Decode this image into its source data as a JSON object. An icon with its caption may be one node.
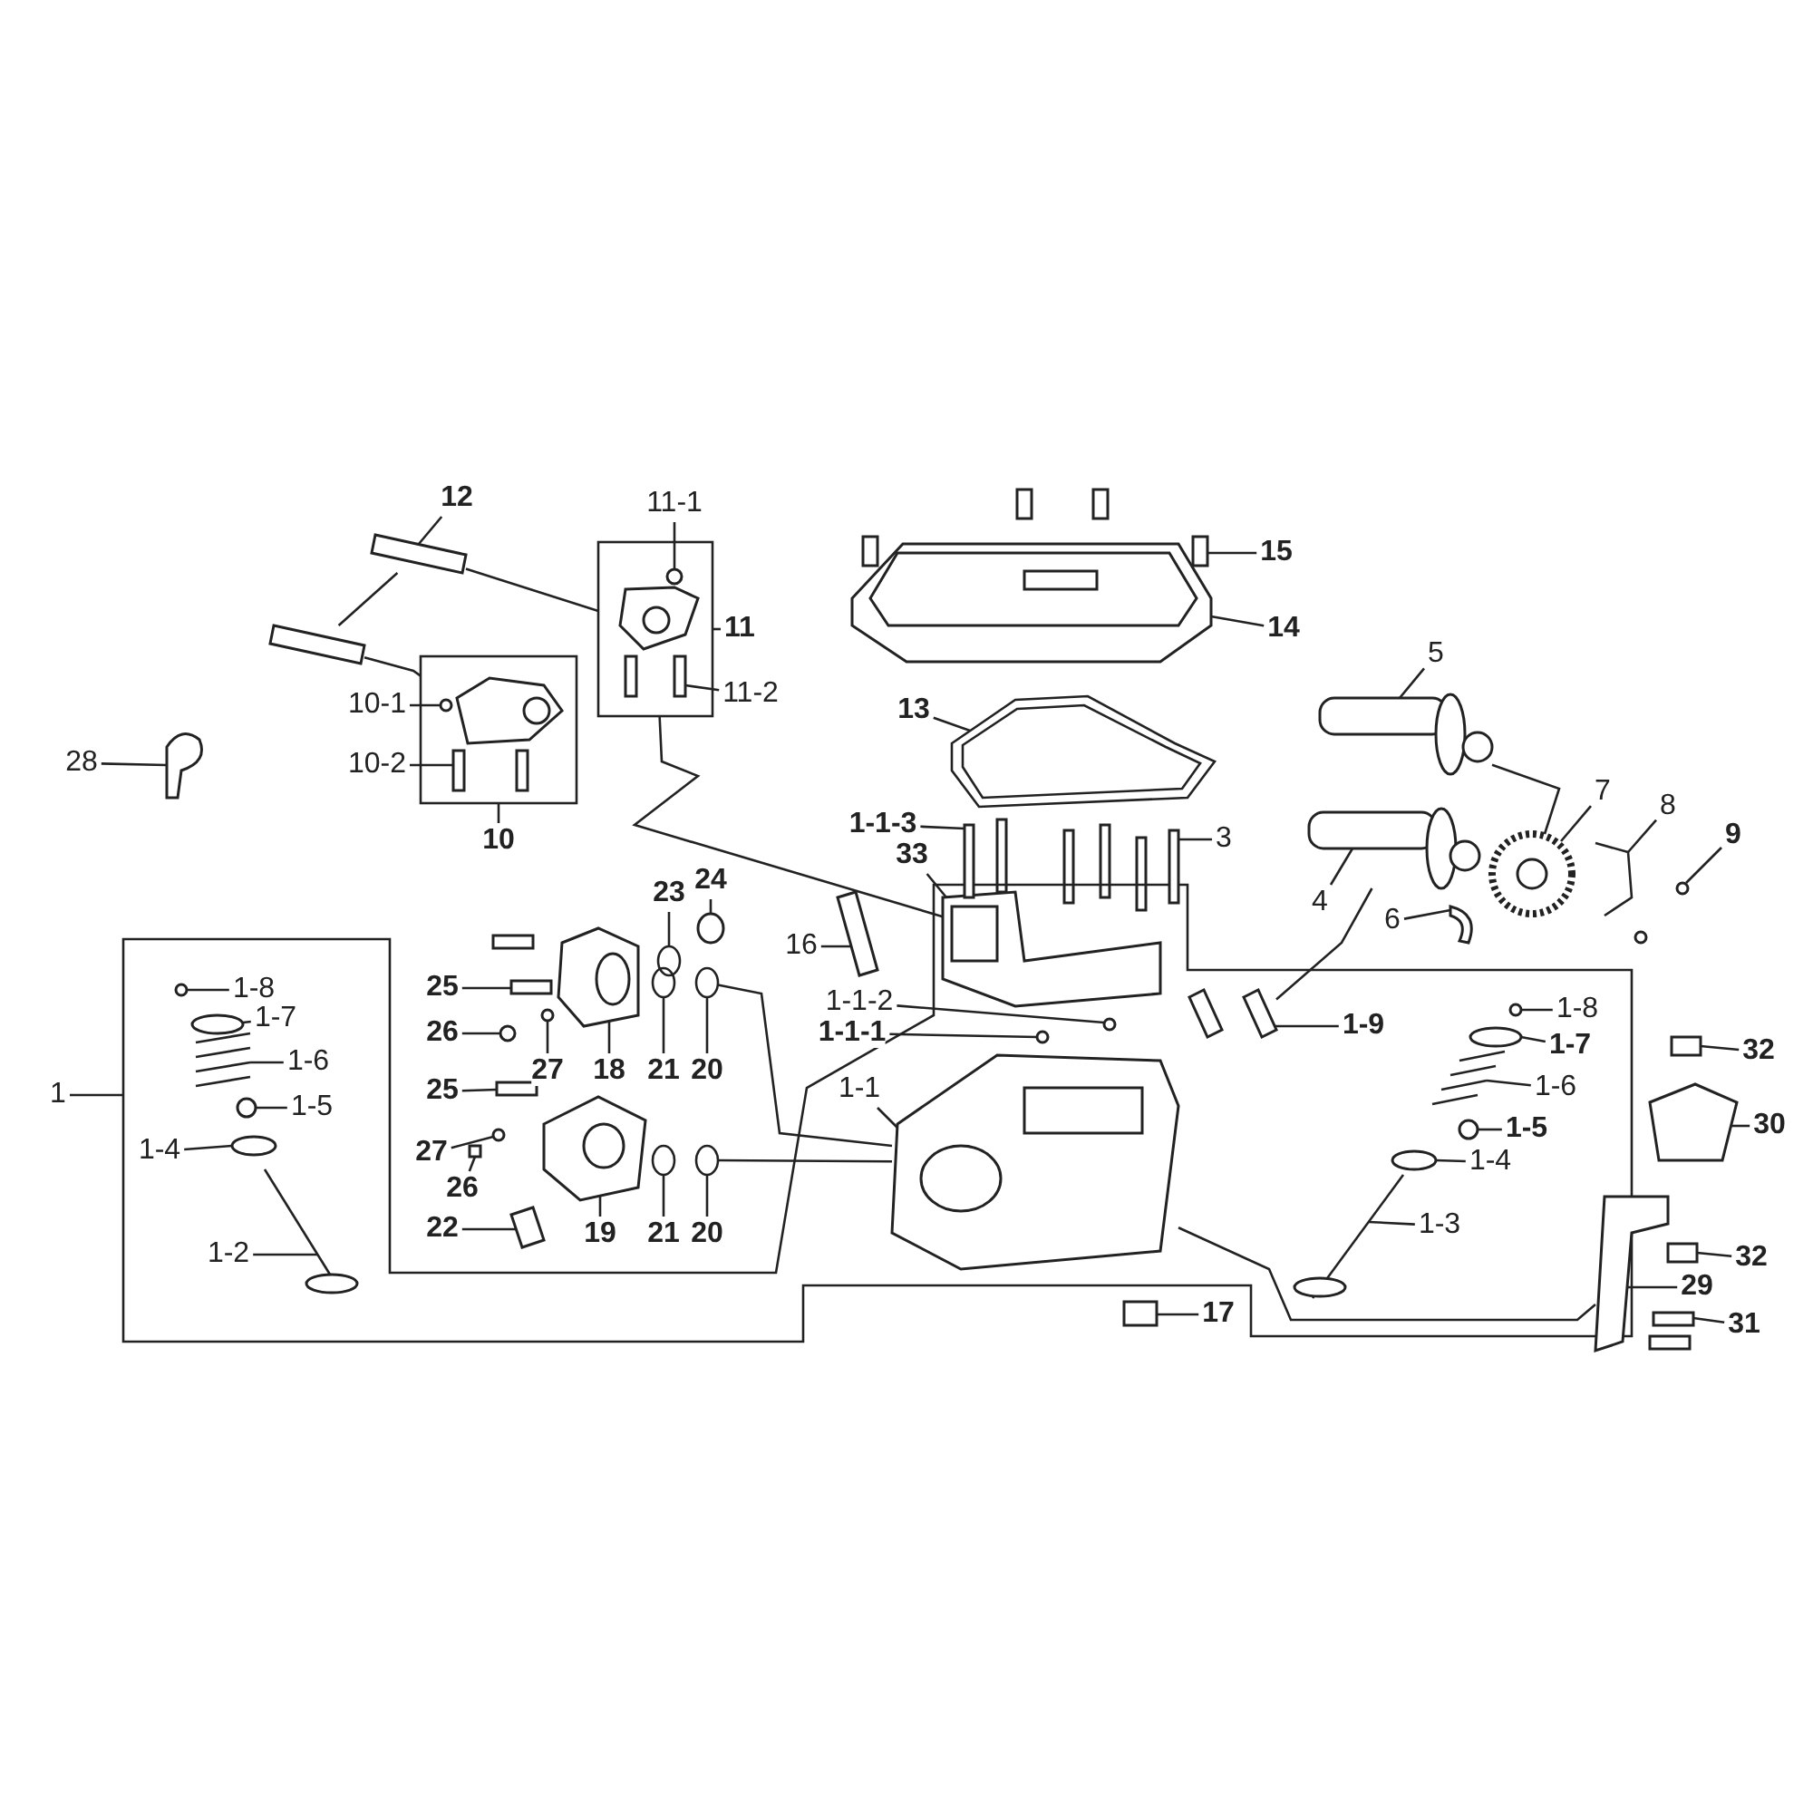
{
  "diagram": {
    "nodes": [
      {
        "text": [
          "12"
        ]
      },
      {
        "text": [
          "11-1"
        ]
      },
      {
        "text": [
          "15"
        ]
      },
      {
        "text": [
          "11"
        ]
      },
      {
        "text": [
          "14"
        ]
      },
      {
        "text": [
          "5"
        ]
      },
      {
        "text": [
          "11-2"
        ]
      },
      {
        "text": [
          "13"
        ]
      },
      {
        "text": [
          "28"
        ]
      },
      {
        "text": [
          "10-1"
        ]
      },
      {
        "text": [
          "10-2"
        ]
      },
      {
        "text": [
          "7"
        ]
      },
      {
        "text": [
          "8"
        ]
      },
      {
        "text": [
          "9"
        ]
      },
      {
        "text": [
          "1-1-3"
        ]
      },
      {
        "text": [
          "3"
        ]
      },
      {
        "text": [
          "10"
        ]
      },
      {
        "text": [
          "33"
        ]
      },
      {
        "text": [
          "23"
        ]
      },
      {
        "text": [
          "24"
        ]
      },
      {
        "text": [
          "4"
        ]
      },
      {
        "text": [
          "6"
        ]
      },
      {
        "text": [
          "16"
        ]
      },
      {
        "text": [
          "25"
        ]
      },
      {
        "text": [
          "1-8"
        ],
        "in": 61
      },
      {
        "text": [
          "1-1-2"
        ]
      },
      {
        "text": [
          "1-8"
        ],
        "in": 61
      },
      {
        "text": [
          "1-7"
        ],
        "in": 61
      },
      {
        "text": [
          "26"
        ]
      },
      {
        "text": [
          "1-1-1"
        ]
      },
      {
        "text": [
          "1-9"
        ],
        "in": 61
      },
      {
        "text": [
          "1-7"
        ],
        "in": 61
      },
      {
        "text": [
          "32"
        ]
      },
      {
        "text": [
          "27"
        ]
      },
      {
        "text": [
          "18"
        ]
      },
      {
        "text": [
          "21"
        ]
      },
      {
        "text": [
          "20"
        ]
      },
      {
        "text": [
          "1-6"
        ],
        "in": 61
      },
      {
        "text": [
          "1-6"
        ],
        "in": 61
      },
      {
        "text": [
          "25"
        ]
      },
      {
        "text": [
          "1"
        ]
      },
      {
        "text": [
          "1-1"
        ],
        "in": 61
      },
      {
        "text": [
          "1-5"
        ],
        "in": 61
      },
      {
        "text": [
          "30"
        ]
      },
      {
        "text": [
          "1-5"
        ],
        "in": 61
      },
      {
        "text": [
          "1-4"
        ],
        "in": 61
      },
      {
        "text": [
          "27"
        ]
      },
      {
        "text": [
          "1-4"
        ],
        "in": 61
      },
      {
        "text": [
          "26"
        ]
      },
      {
        "text": [
          "1-3"
        ],
        "in": 61
      },
      {
        "text": [
          "22"
        ]
      },
      {
        "text": [
          "19"
        ]
      },
      {
        "text": [
          "21"
        ]
      },
      {
        "text": [
          "20"
        ]
      },
      {
        "text": [
          "1-2"
        ],
        "in": 61
      },
      {
        "text": [
          "32"
        ]
      },
      {
        "text": [
          "29"
        ]
      },
      {
        "text": [
          "17"
        ]
      },
      {
        "text": [
          "31"
        ]
      },
      {
        "text": [],
        "shape": "box"
      },
      {
        "text": [],
        "shape": "box"
      },
      {
        "text": [],
        "shape": "box"
      },
      {
        "text": [],
        "shape": "box"
      },
      {
        "text": [],
        "shape": "circle",
        "in": 59
      },
      {
        "text": [],
        "shape": "box"
      },
      {
        "text": [],
        "shape": "picture"
      },
      {
        "text": [],
        "shape": "picture"
      },
      {
        "text": [],
        "shape": "picture",
        "in": 59
      },
      {
        "text": [],
        "shape": "picture"
      },
      {
        "text": [],
        "shape": "picture"
      },
      {
        "text": [],
        "shape": "picture",
        "in": 60
      },
      {
        "text": [],
        "shape": "box",
        "in": 60
      },
      {
        "text": [],
        "shape": "picture"
      },
      {
        "text": [],
        "shape": "picture"
      },
      {
        "text": [],
        "shape": "circle"
      },
      {
        "text": [],
        "shape": "box"
      },
      {
        "text": [],
        "shape": "box"
      },
      {
        "text": [],
        "shape": "picture",
        "in": 61
      },
      {
        "text": [],
        "shape": "circle"
      },
      {
        "text": [],
        "shape": "circle"
      },
      {
        "text": [],
        "shape": "picture"
      },
      {
        "text": [],
        "shape": "picture"
      },
      {
        "text": [],
        "shape": "picture"
      },
      {
        "text": [],
        "shape": "box"
      },
      {
        "text": [],
        "shape": "circle",
        "in": 61
      },
      {
        "text": [],
        "shape": "circle",
        "in": 61
      },
      {
        "text": [],
        "shape": "circle",
        "in": 61
      },
      {
        "text": [],
        "shape": "circle",
        "in": 61
      },
      {
        "text": [],
        "shape": "circle"
      },
      {
        "text": [],
        "shape": "circle",
        "in": 61
      },
      {
        "text": [],
        "shape": "box",
        "in": 61
      },
      {
        "text": [],
        "shape": "circle",
        "in": 61
      },
      {
        "text": [],
        "shape": "box"
      },
      {
        "text": [],
        "shape": "circle"
      },
      {
        "text": [],
        "shape": "picture"
      },
      {
        "text": [],
        "shape": "circle"
      },
      {
        "text": [],
        "shape": "circle"
      },
      {
        "text": [],
        "shape": "picture",
        "in": 61
      },
      {
        "text": [],
        "shape": "picture",
        "in": 61
      },
      {
        "text": [],
        "shape": "box"
      },
      {
        "text": [],
        "shape": "picture",
        "in": 61
      },
      {
        "text": [],
        "shape": "circle",
        "in": 61
      },
      {
        "text": [],
        "shape": "picture"
      },
      {
        "text": [],
        "shape": "circle",
        "in": 61
      },
      {
        "text": [],
        "shape": "circle",
        "in": 61
      },
      {
        "text": [],
        "shape": "circle"
      },
      {
        "text": [],
        "shape": "circle",
        "in": 61
      },
      {
        "text": [],
        "shape": "box"
      },
      {
        "text": [],
        "shape": "picture",
        "in": 61
      },
      {
        "text": [],
        "shape": "box"
      },
      {
        "text": [],
        "shape": "picture"
      },
      {
        "text": [],
        "shape": "circle"
      },
      {
        "text": [],
        "shape": "circle"
      },
      {
        "text": [],
        "shape": "picture",
        "in": 61
      },
      {
        "text": [],
        "shape": "box"
      },
      {
        "text": [],
        "shape": "picture"
      },
      {
        "text": [],
        "shape": "box"
      },
      {
        "text": [],
        "shape": "box"
      },
      {
        "text": [],
        "shape": "box"
      }
    ],
    "edges": [
      {
        "from": 0,
        "to": 62,
        "arrow": "none"
      },
      {
        "from": 1,
        "to": 63,
        "arrow": "none"
      },
      {
        "from": 2,
        "to": 64,
        "arrow": "none"
      },
      {
        "from": 3,
        "to": 59,
        "arrow": "none"
      },
      {
        "from": 4,
        "to": 65,
        "arrow": "none"
      },
      {
        "from": 5,
        "to": 66,
        "arrow": "none"
      },
      {
        "from": 6,
        "to": 67,
        "arrow": "none"
      },
      {
        "from": 7,
        "to": 68,
        "arrow": "none"
      },
      {
        "from": 8,
        "to": 69,
        "arrow": "none"
      },
      {
        "from": 9,
        "to": 70,
        "arrow": "none"
      },
      {
        "from": 10,
        "to": 71,
        "arrow": "none"
      },
      {
        "from": 11,
        "to": 72,
        "arrow": "none"
      },
      {
        "from": 12,
        "to": 73,
        "arrow": "none"
      },
      {
        "from": 13,
        "to": 74,
        "arrow": "none"
      },
      {
        "from": 14,
        "to": 75,
        "arrow": "none"
      },
      {
        "from": 15,
        "to": 76,
        "arrow": "none"
      },
      {
        "from": 16,
        "to": 60,
        "arrow": "none"
      },
      {
        "from": 17,
        "to": 77,
        "arrow": "none"
      },
      {
        "from": 18,
        "to": 78,
        "arrow": "none"
      },
      {
        "from": 19,
        "to": 79,
        "arrow": "none"
      },
      {
        "from": 20,
        "to": 80,
        "arrow": "none"
      },
      {
        "from": 21,
        "to": 81,
        "arrow": "none"
      },
      {
        "from": 22,
        "to": 82,
        "arrow": "none"
      },
      {
        "from": 23,
        "to": 83,
        "arrow": "none"
      },
      {
        "from": 24,
        "to": 84,
        "arrow": "none"
      },
      {
        "from": 25,
        "to": 85,
        "arrow": "none"
      },
      {
        "from": 26,
        "to": 86,
        "arrow": "none"
      },
      {
        "from": 27,
        "to": 87,
        "arrow": "none"
      },
      {
        "from": 28,
        "to": 88,
        "arrow": "none"
      },
      {
        "from": 29,
        "to": 89,
        "arrow": "none"
      },
      {
        "from": 30,
        "to": 90,
        "arrow": "none"
      },
      {
        "from": 31,
        "to": 91,
        "arrow": "none"
      },
      {
        "from": 32,
        "to": 92,
        "arrow": "none"
      },
      {
        "from": 33,
        "to": 93,
        "arrow": "none"
      },
      {
        "from": 34,
        "to": 94,
        "arrow": "none"
      },
      {
        "from": 35,
        "to": 95,
        "arrow": "none"
      },
      {
        "from": 36,
        "to": 96,
        "arrow": "none"
      },
      {
        "from": 37,
        "to": 97,
        "arrow": "none"
      },
      {
        "from": 38,
        "to": 98,
        "arrow": "none"
      },
      {
        "from": 39,
        "to": 99,
        "arrow": "none"
      },
      {
        "from": 40,
        "to": 61,
        "arrow": "none"
      },
      {
        "from": 41,
        "to": 100,
        "arrow": "none"
      },
      {
        "from": 42,
        "to": 101,
        "arrow": "none"
      },
      {
        "from": 43,
        "to": 102,
        "arrow": "none"
      },
      {
        "from": 44,
        "to": 103,
        "arrow": "none"
      },
      {
        "from": 45,
        "to": 104,
        "arrow": "none"
      },
      {
        "from": 46,
        "to": 105,
        "arrow": "none"
      },
      {
        "from": 47,
        "to": 106,
        "arrow": "none"
      },
      {
        "from": 48,
        "to": 107,
        "arrow": "none"
      },
      {
        "from": 49,
        "to": 108,
        "arrow": "none"
      },
      {
        "from": 50,
        "to": 109,
        "arrow": "none"
      },
      {
        "from": 51,
        "to": 110,
        "arrow": "none"
      },
      {
        "from": 52,
        "to": 111,
        "arrow": "none"
      },
      {
        "from": 53,
        "to": 112,
        "arrow": "none"
      },
      {
        "from": 54,
        "to": 113,
        "arrow": "none"
      },
      {
        "from": 55,
        "to": 114,
        "arrow": "none"
      },
      {
        "from": 56,
        "to": 115,
        "arrow": "none"
      },
      {
        "from": 57,
        "to": 116,
        "arrow": "none"
      },
      {
        "from": 58,
        "to": 117,
        "arrow": "none"
      },
      {
        "from": 62,
        "to": 118,
        "arrow": "none"
      },
      {
        "from": 118,
        "to": 60,
        "arrow": "none"
      },
      {
        "from": 62,
        "to": 59,
        "arrow": "none"
      },
      {
        "from": 59,
        "to": 77,
        "arrow": "none"
      },
      {
        "from": 66,
        "to": 72,
        "arrow": "none"
      },
      {
        "from": 80,
        "to": 90,
        "arrow": "none"
      },
      {
        "from": 100,
        "to": 115,
        "arrow": "none"
      },
      {
        "from": 96,
        "to": 100,
        "arrow": "none"
      },
      {
        "from": 112,
        "to": 100,
        "arrow": "none"
      }
    ]
  }
}
